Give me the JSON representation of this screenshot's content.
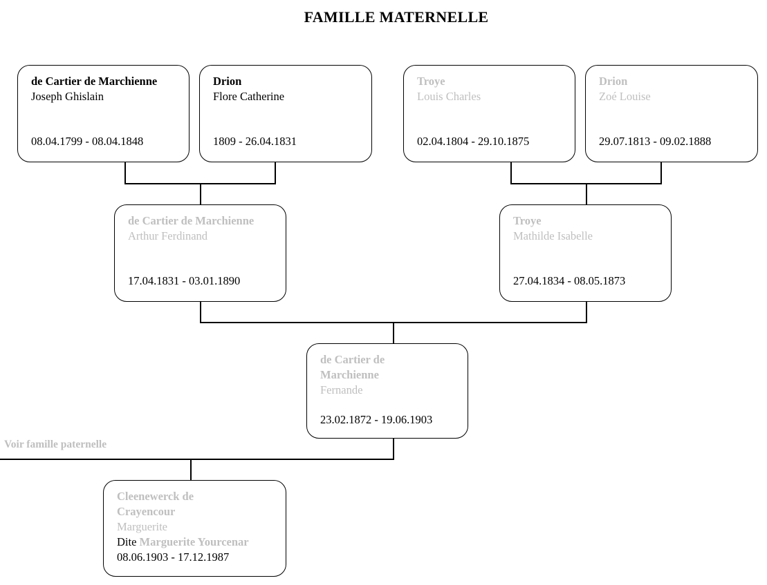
{
  "title": "FAMILLE MATERNELLE",
  "colors": {
    "faded_text": "#bfbfbf",
    "normal_text": "#000000",
    "border": "#000000"
  },
  "persons": {
    "great_grandfather_1": {
      "surname": "de Cartier de Marchienne",
      "given": "Joseph Ghislain",
      "dates": "08.04.1799 - 08.04.1848"
    },
    "great_grandmother_1": {
      "surname": "Drion",
      "given": "Flore Catherine",
      "dates": "1809 - 26.04.1831"
    },
    "great_grandfather_2": {
      "surname": "Troye",
      "given": "Louis Charles",
      "dates": "02.04.1804 - 29.10.1875"
    },
    "great_grandmother_2": {
      "surname": "Drion",
      "given": "Zoé Louise",
      "dates": "29.07.1813 - 09.02.1888"
    },
    "grandfather": {
      "surname": "de Cartier de Marchienne",
      "given": "Arthur Ferdinand",
      "dates": "17.04.1831 - 03.01.1890"
    },
    "grandmother": {
      "surname": "Troye",
      "given": "Mathilde Isabelle",
      "dates": "27.04.1834 - 08.05.1873"
    },
    "mother": {
      "surname": "de Cartier de Marchienne",
      "given": "Fernande",
      "dates": "23.02.1872 - 19.06.1903"
    },
    "subject": {
      "surname": "Cleenewerck de Crayencour",
      "given": "Marguerite",
      "alias_prefix": "Dite",
      "alias": "Marguerite Yourcenar",
      "dates": "08.06.1903 - 17.12.1987"
    }
  },
  "paternal_link": "Voir famille paternelle"
}
